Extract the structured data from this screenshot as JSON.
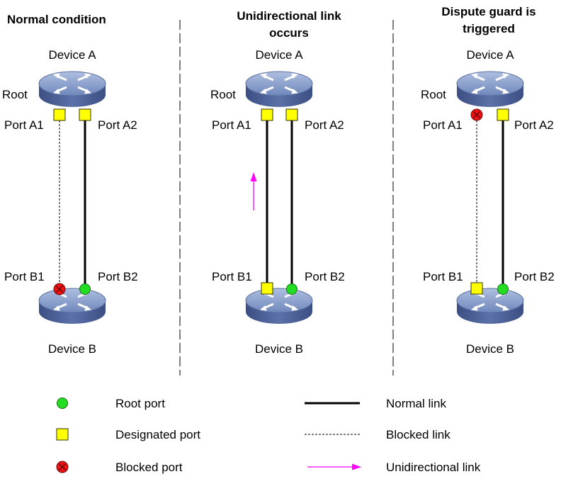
{
  "panels": [
    {
      "title_lines": [
        "Normal condition"
      ],
      "device_a": "Device A",
      "device_b": "Device B",
      "root": "Root",
      "port_a1": "Port A1",
      "port_a2": "Port A2",
      "port_b1": "Port B1",
      "port_b2": "Port B2"
    },
    {
      "title_lines": [
        "Unidirectional link",
        "occurs"
      ],
      "device_a": "Device A",
      "device_b": "Device B",
      "root": "Root",
      "port_a1": "Port A1",
      "port_a2": "Port A2",
      "port_b1": "Port B1",
      "port_b2": "Port B2"
    },
    {
      "title_lines": [
        "Dispute guard is",
        "triggered"
      ],
      "device_a": "Device A",
      "device_b": "Device B",
      "root": "Root",
      "port_a1": "Port A1",
      "port_a2": "Port A2",
      "port_b1": "Port B1",
      "port_b2": "Port B2"
    }
  ],
  "legend": {
    "root_port": "Root port",
    "designated_port": "Designated port",
    "blocked_port": "Blocked port",
    "normal_link": "Normal link",
    "blocked_link": "Blocked link",
    "unidirectional_link": "Unidirectional link"
  },
  "colors": {
    "root_port": "#22dd22",
    "designated_port": "#ffff00",
    "blocked_port": "#ee1111",
    "unidirectional_arrow": "#ff00ff",
    "device_top": "#8fa6cf",
    "device_side": "#4a5f96"
  }
}
